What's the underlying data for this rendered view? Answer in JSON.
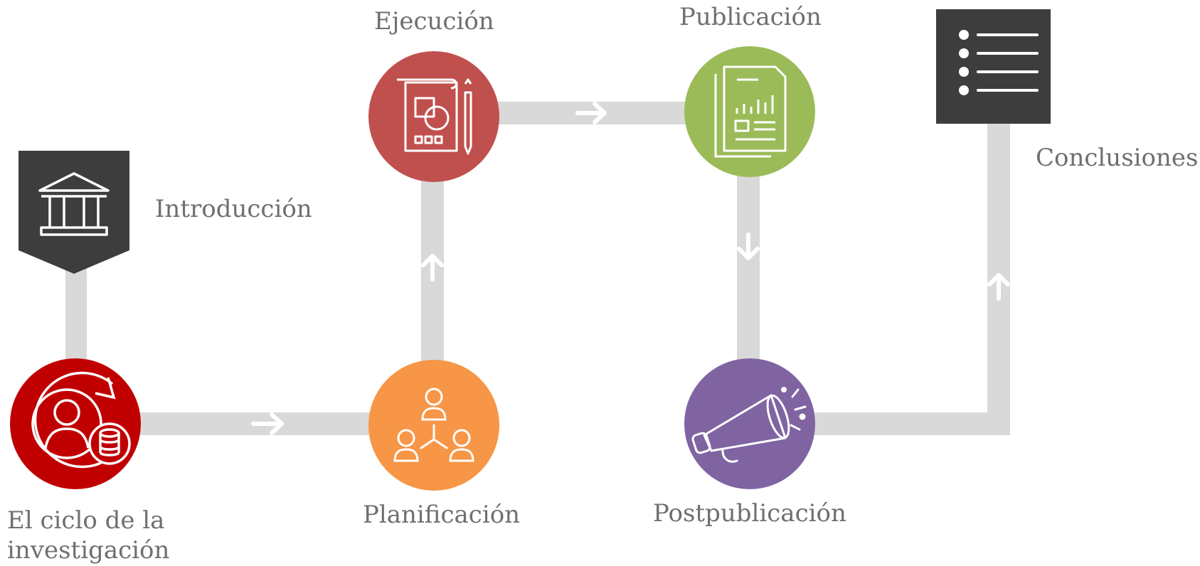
{
  "steps": [
    {
      "id": "introduccion",
      "label": "Introducción",
      "icon": "bank-icon",
      "color": "#3d3d3d"
    },
    {
      "id": "ciclo",
      "label_line1": "El ciclo de la",
      "label_line2": "investigación",
      "icon": "research-cycle-icon",
      "color": "#c00000"
    },
    {
      "id": "planificacion",
      "label": "Planificación",
      "icon": "team-hierarchy-icon",
      "color": "#f79646"
    },
    {
      "id": "ejecucion",
      "label": "Ejecución",
      "icon": "design-document-icon",
      "color": "#c0504d"
    },
    {
      "id": "publicacion",
      "label": "Publicación",
      "icon": "report-icon",
      "color": "#9bbb59"
    },
    {
      "id": "postpublicacion",
      "label": "Postpublicación",
      "icon": "megaphone-icon",
      "color": "#8064a2"
    },
    {
      "id": "conclusiones",
      "label": "Conclusiones",
      "icon": "list-icon",
      "color": "#3d3d3d"
    }
  ],
  "connector_color": "#d9d9d9",
  "label_color": "#6f6f6f"
}
